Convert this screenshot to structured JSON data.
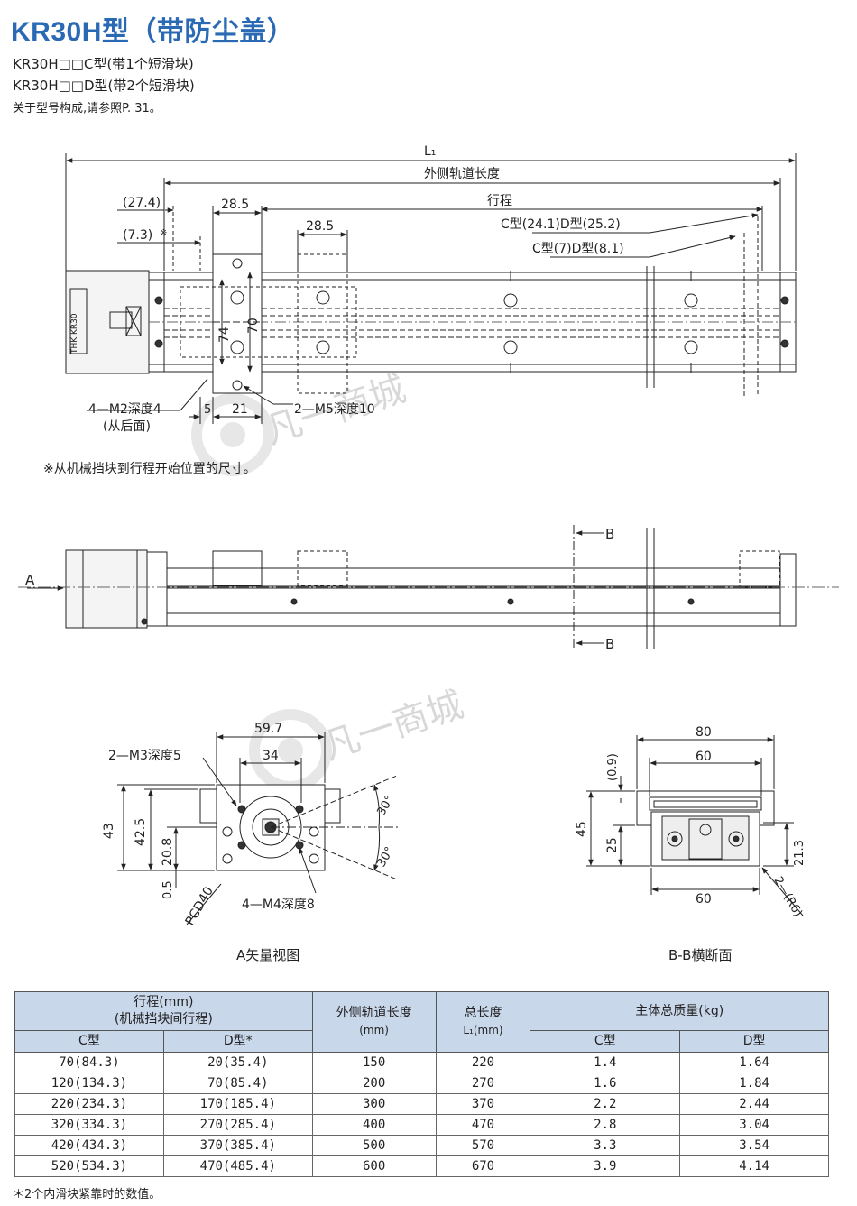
{
  "title": "KR30H型（带防尘盖）",
  "subtitle_c": "KR30H□□C型(带1个短滑块)",
  "subtitle_d": "KR30H□□D型(带2个短滑块)",
  "reference": "关于型号构成,请参照P. 31。",
  "top_view": {
    "L1": "L₁",
    "outer_rail_length": "外侧轨道长度",
    "stroke": "行程",
    "dim_27_4": "(27.4)",
    "dim_7_3": "(7.3)",
    "asterisk": "※",
    "dim_28_5_a": "28.5",
    "dim_28_5_b": "28.5",
    "c_d_type_a": "C型(24.1)D型(25.2)",
    "c_d_type_b": "C型(7)D型(8.1)",
    "dim_74": "74",
    "dim_70": "70",
    "m2_hole": "4—M2深度4",
    "from_back": "(从后面)",
    "dim_5": "5",
    "dim_21": "21",
    "m5_hole": "2—M5深度10",
    "logo_text": "THK KR30"
  },
  "note_stopper": "※从机械挡块到行程开始位置的尺寸。",
  "side_view": {
    "label_A": "A",
    "label_B_top": "B",
    "label_B_bottom": "B"
  },
  "a_view": {
    "dim_59_7": "59.7",
    "dim_34": "34",
    "m3_hole": "2—M3深度5",
    "dim_43": "43",
    "dim_42_5": "42.5",
    "dim_20_8": "20.8",
    "dim_0_5": "0.5",
    "pcd": "PCD40",
    "m4_hole": "4—M4深度8",
    "angle_a": "30°",
    "angle_b": "30°",
    "caption": "A矢量视图"
  },
  "bb_view": {
    "dim_80": "80",
    "dim_60_top": "60",
    "dim_0_9": "(0.9)",
    "dim_45": "45",
    "dim_25": "25",
    "dim_21_3": "21.3",
    "dim_60_bottom": "60",
    "radius": "2—(R6)",
    "caption": "B-B横断面"
  },
  "watermark": "凡一商城",
  "table": {
    "header": {
      "stroke": "行程(mm)",
      "stroke_sub": "(机械挡块间行程)",
      "c_type": "C型",
      "d_type": "D型*",
      "outer_rail": "外侧轨道长度",
      "outer_rail_unit": "(mm)",
      "total_length": "总长度",
      "total_length_unit": "L₁(mm)",
      "mass": "主体总质量(kg)",
      "mass_c": "C型",
      "mass_d": "D型"
    },
    "rows": [
      {
        "c": "70(84.3)",
        "d": "20(35.4)",
        "rail": "150",
        "total": "220",
        "mc": "1.4",
        "md": "1.64"
      },
      {
        "c": "120(134.3)",
        "d": "70(85.4)",
        "rail": "200",
        "total": "270",
        "mc": "1.6",
        "md": "1.84"
      },
      {
        "c": "220(234.3)",
        "d": "170(185.4)",
        "rail": "300",
        "total": "370",
        "mc": "2.2",
        "md": "2.44"
      },
      {
        "c": "320(334.3)",
        "d": "270(285.4)",
        "rail": "400",
        "total": "470",
        "mc": "2.8",
        "md": "3.04"
      },
      {
        "c": "420(434.3)",
        "d": "370(385.4)",
        "rail": "500",
        "total": "570",
        "mc": "3.3",
        "md": "3.54"
      },
      {
        "c": "520(534.3)",
        "d": "470(485.4)",
        "rail": "600",
        "total": "670",
        "mc": "3.9",
        "md": "4.14"
      }
    ]
  },
  "footnote": "＊2个内滑块紧靠时的数值。"
}
